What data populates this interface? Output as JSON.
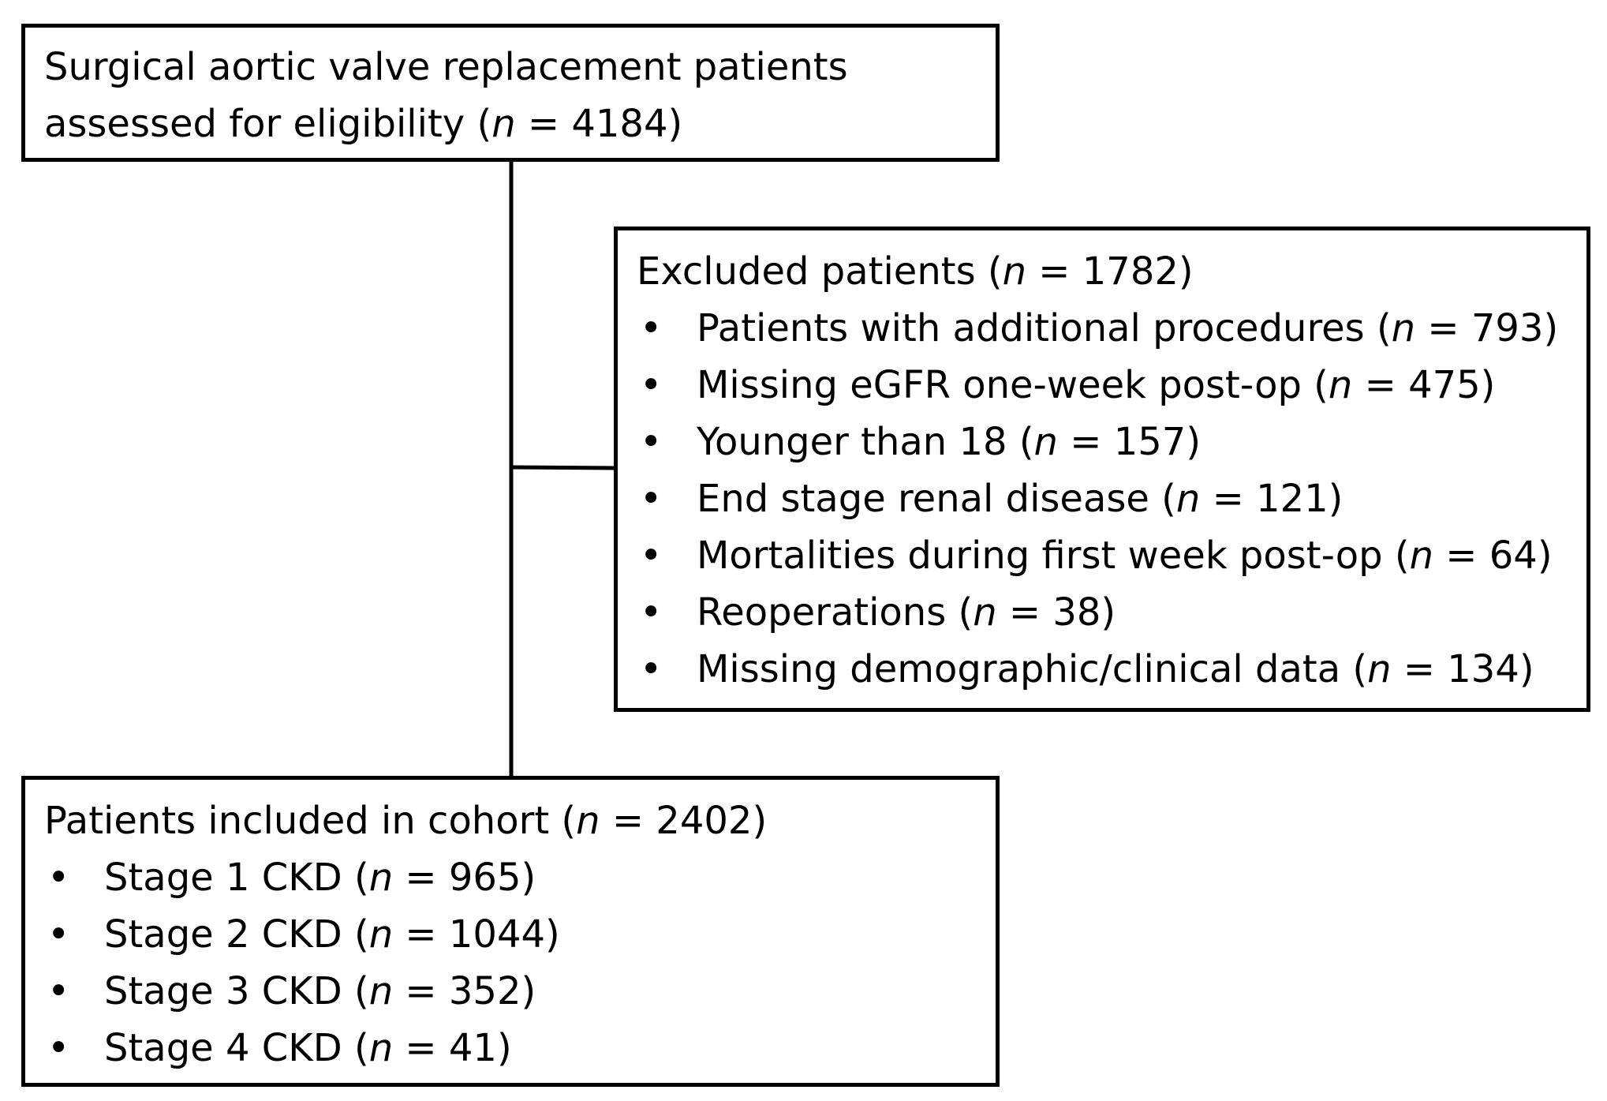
{
  "n_symbol": "n",
  "screened": {
    "line1": "Surgical aortic valve replacement patients",
    "line2_prefix": "assessed for eligibility (",
    "line2_suffix": " = 4184)"
  },
  "excluded": {
    "header_prefix": "Excluded patients (",
    "header_suffix": " = 1782)",
    "items": [
      {
        "prefix": "Patients with additional procedures (",
        "suffix": " = 793)"
      },
      {
        "prefix": "Missing eGFR one-week post-op (",
        "suffix": " = 475)"
      },
      {
        "prefix": "Younger than 18 (",
        "suffix": " = 157)"
      },
      {
        "prefix": "End stage renal disease (",
        "suffix": " = 121)"
      },
      {
        "prefix": "Mortalities during first week post-op (",
        "suffix": " = 64)"
      },
      {
        "prefix": "Reoperations (",
        "suffix": " = 38)"
      },
      {
        "prefix": "Missing demographic/clinical data (",
        "suffix": " = 134)"
      }
    ]
  },
  "included": {
    "header_prefix": "Patients included in cohort (",
    "header_suffix": " = 2402)",
    "items": [
      {
        "prefix": "Stage 1 CKD (",
        "suffix": " = 965)"
      },
      {
        "prefix": "Stage 2 CKD (",
        "suffix": " = 1044)"
      },
      {
        "prefix": "Stage 3 CKD (",
        "suffix": " = 352)"
      },
      {
        "prefix": "Stage 4 CKD (",
        "suffix": " = 41)"
      }
    ]
  },
  "bullet_glyph": "•",
  "colors": {
    "line": "#000000",
    "box_border": "#000000",
    "background": "#ffffff",
    "text": "#000000"
  }
}
